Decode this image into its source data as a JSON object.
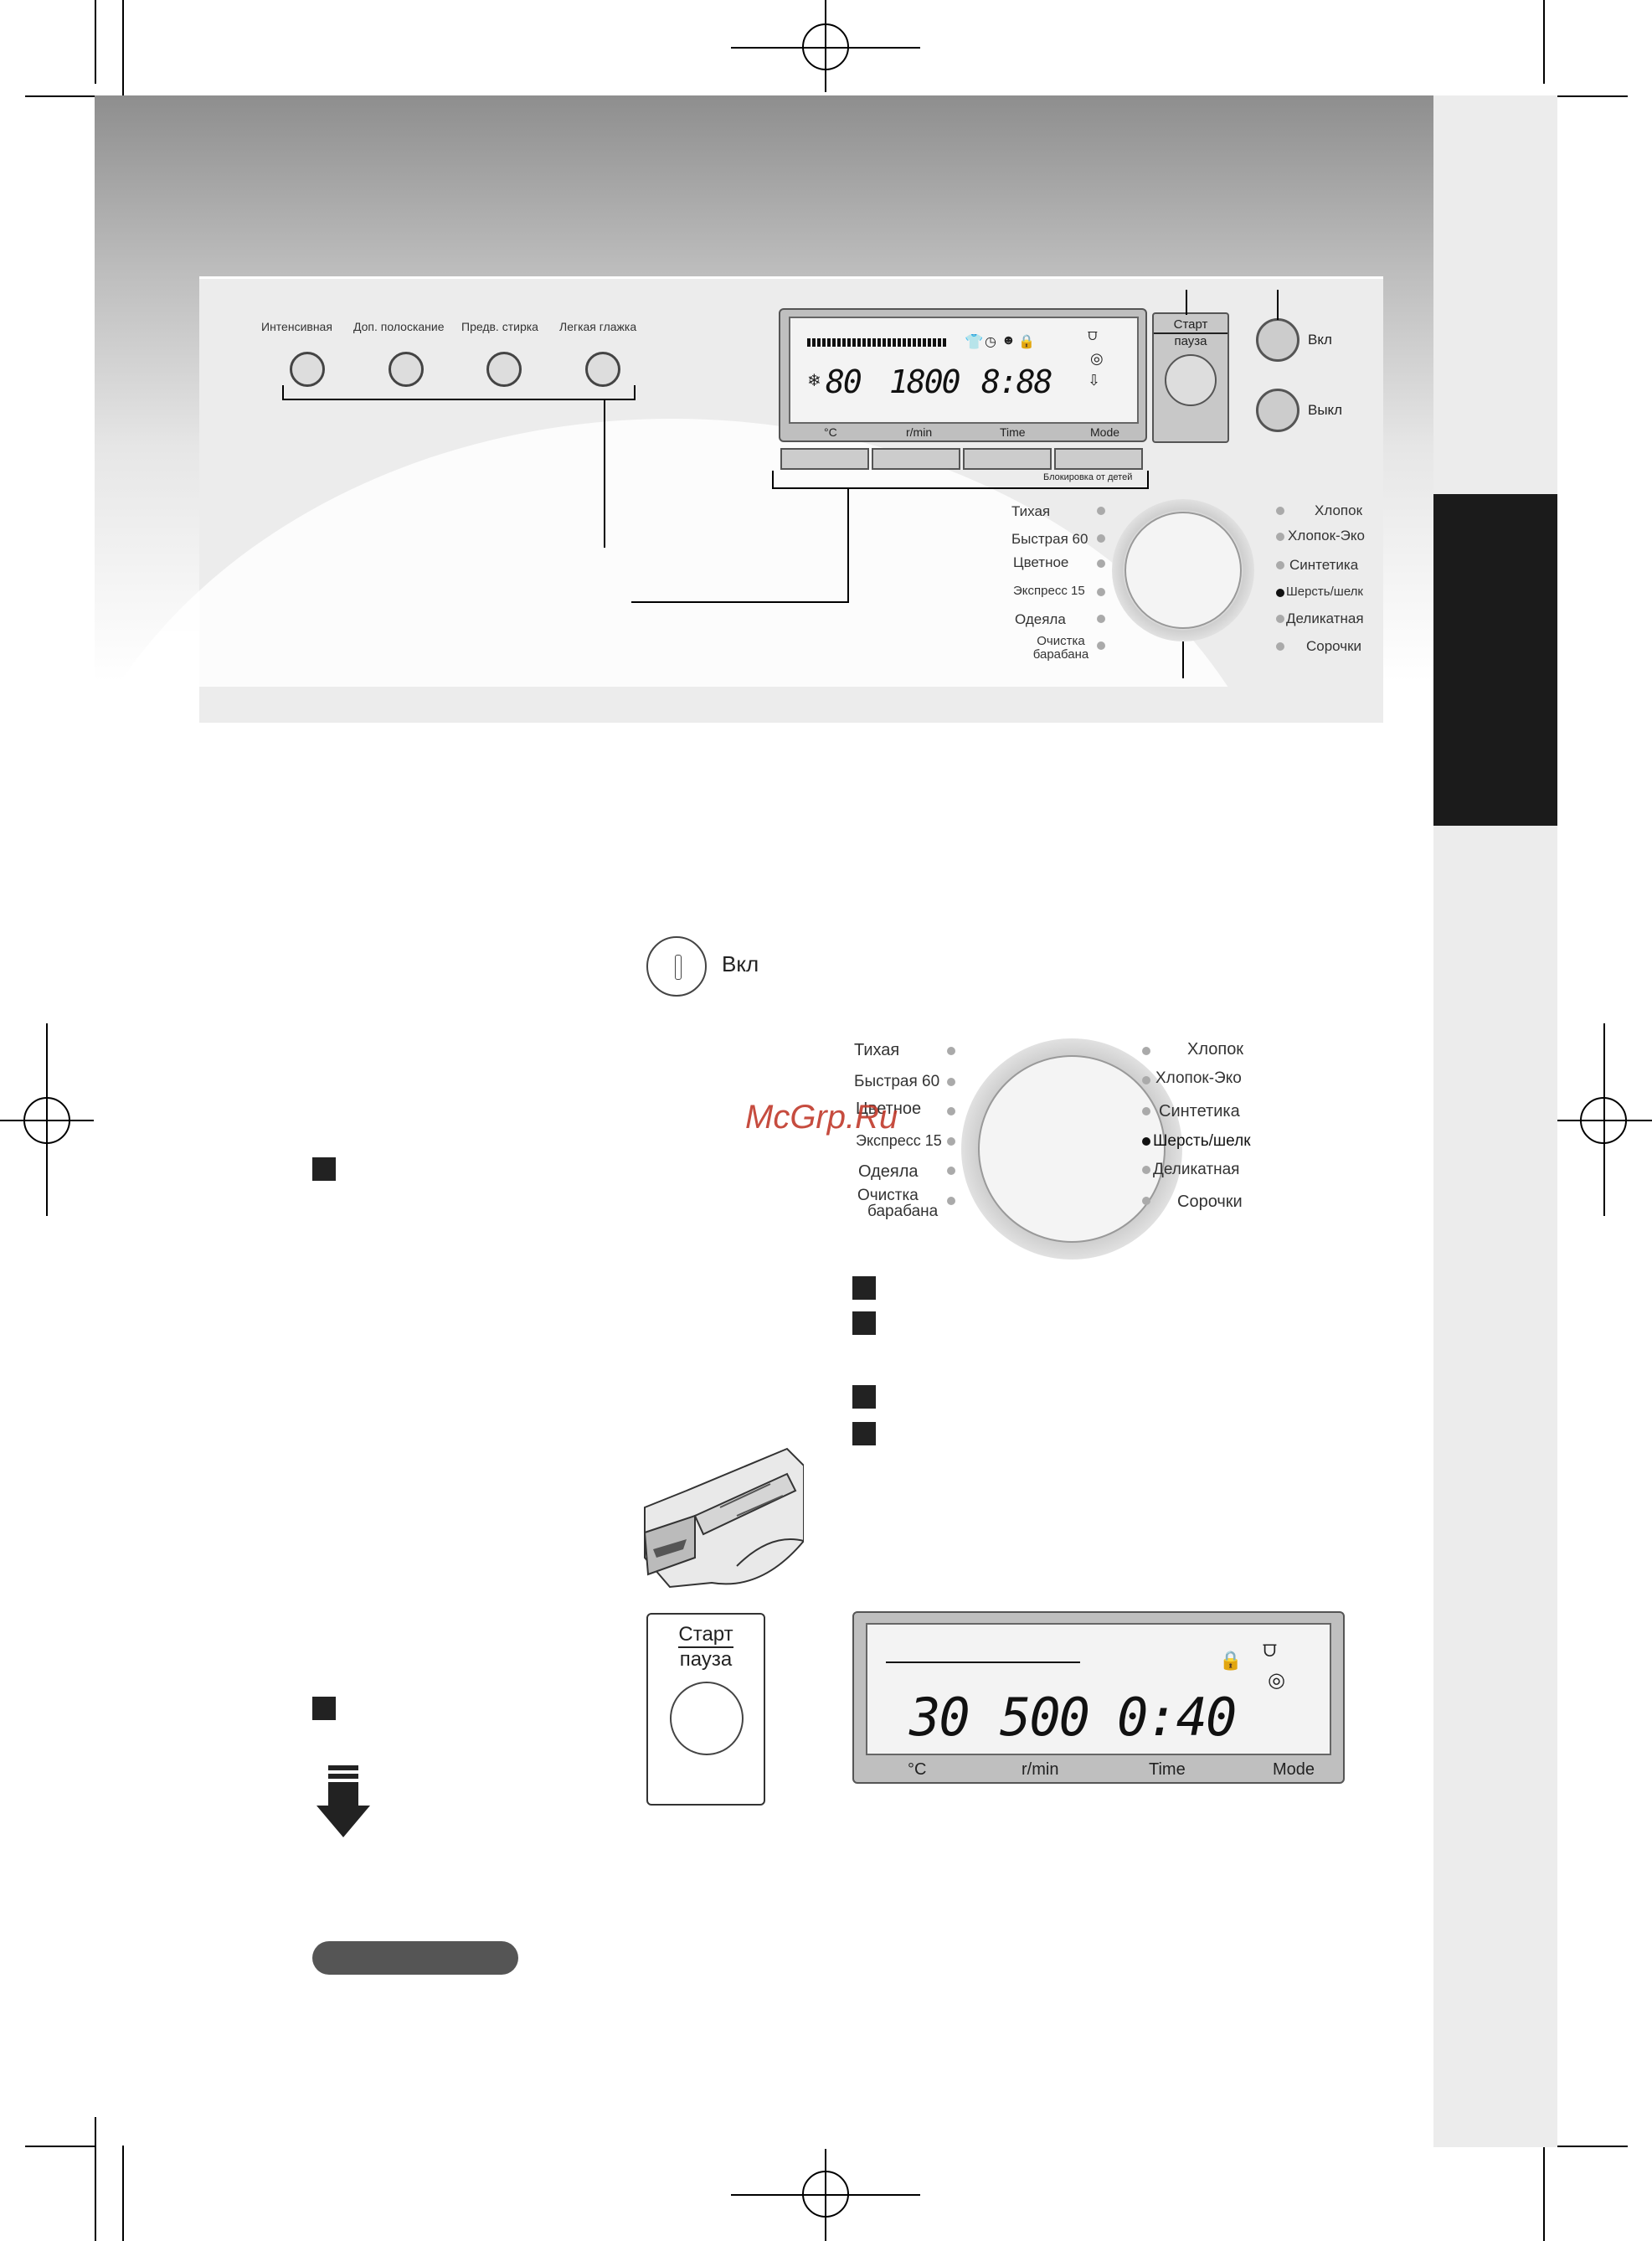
{
  "control_panel": {
    "option_buttons": [
      {
        "label": "Интенсивная"
      },
      {
        "label": "Доп. полоскание"
      },
      {
        "label": "Предв. стирка"
      },
      {
        "label": "Легкая глажка"
      }
    ],
    "display": {
      "temp": "80",
      "spin": "1800",
      "time": "8:88",
      "unit_temp": "°C",
      "unit_spin": "r/min",
      "unit_time": "Time",
      "unit_mode": "Mode"
    },
    "start_pause": {
      "line1": "Старт",
      "line2": "пауза"
    },
    "power_on": "Вкл",
    "power_off": "Выкл",
    "child_lock_label": "Блокировка от детей",
    "programs_left": [
      "Тихая",
      "Быстрая 60",
      "Цветное",
      "Экспресс 15",
      "Одеяла",
      "Очистка барабана"
    ],
    "programs_right": [
      "Хлопок",
      "Хлопок-Эко",
      "Синтетика",
      "Шерсть/шелк",
      "Деликатная",
      "Сорочки"
    ],
    "selected_program": "Шерсть/шелк"
  },
  "step_power": {
    "label": "Вкл"
  },
  "program_dial": {
    "left": [
      "Тихая",
      "Быстрая 60",
      "Цветное",
      "Экспресс 15",
      "Одеяла",
      "Очистка",
      "барабана"
    ],
    "right": [
      "Хлопок",
      "Хлопок-Эко",
      "Синтетика",
      "Шерсть/шелк",
      "Деликатная",
      "Сорочки"
    ],
    "selected": "Шерсть/шелк"
  },
  "watermark": "McGrp.Ru",
  "start_button": {
    "line1": "Старт",
    "line2": "пауза"
  },
  "result_display": {
    "temp": "30",
    "spin": "500",
    "time": "0:40",
    "unit_temp": "°C",
    "unit_spin": "r/min",
    "unit_time": "Time",
    "unit_mode": "Mode"
  },
  "colors": {
    "dark_tab": "#1b1b1b",
    "pill": "#555555",
    "watermark": "#c0392b"
  }
}
